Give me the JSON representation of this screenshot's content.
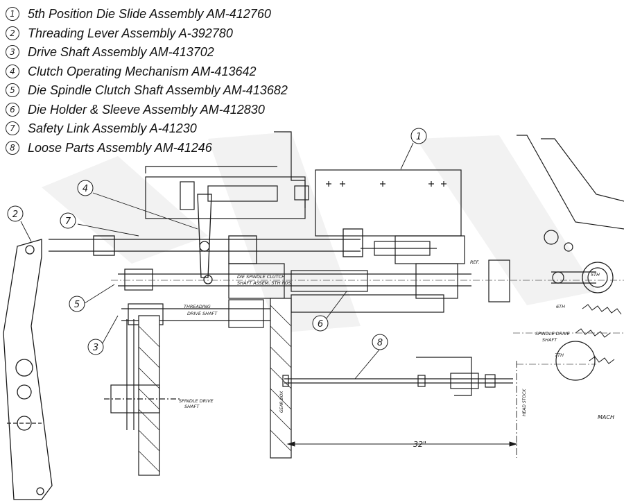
{
  "legend": [
    {
      "num": "1",
      "label": "5th Position Die Slide Assembly AM-412760"
    },
    {
      "num": "2",
      "label": "Threading Lever Assembly A-392780"
    },
    {
      "num": "3",
      "label": "Drive Shaft Assembly AM-413702"
    },
    {
      "num": "4",
      "label": "Clutch Operating Mechanism AM-413642"
    },
    {
      "num": "5",
      "label": "Die Spindle Clutch Shaft Assembly AM-413682"
    },
    {
      "num": "6",
      "label": "Die Holder & Sleeve Assembly AM-412830"
    },
    {
      "num": "7",
      "label": "Safety Link Assembly A-41230"
    },
    {
      "num": "8",
      "label": "Loose Parts Assembly AM-41246"
    }
  ],
  "callouts": [
    "1",
    "2",
    "3",
    "4",
    "5",
    "6",
    "7",
    "8"
  ],
  "drawing_text": {
    "die_spindle_clutch": "DIE SPINDLE CLUTCH",
    "shaft_assem": "SHAFT ASSEM. 5TH POS.",
    "threading": "THREADING",
    "drive_shaft": "DRIVE SHAFT",
    "spindle_drive_left_1": "SPINDLE DRIVE",
    "spindle_drive_left_2": "SHAFT",
    "spindle_drive_right_1": "SPINDLE DRIVE",
    "spindle_drive_right_2": "SHAFT",
    "dimension_32": "32\"",
    "ref": "REF.",
    "fifth": "5TH",
    "sixth": "6TH",
    "seventh": "7TH",
    "mach": "MACH",
    "gear_box": "GEAR BOX",
    "head_stock": "HEAD STOCK"
  }
}
